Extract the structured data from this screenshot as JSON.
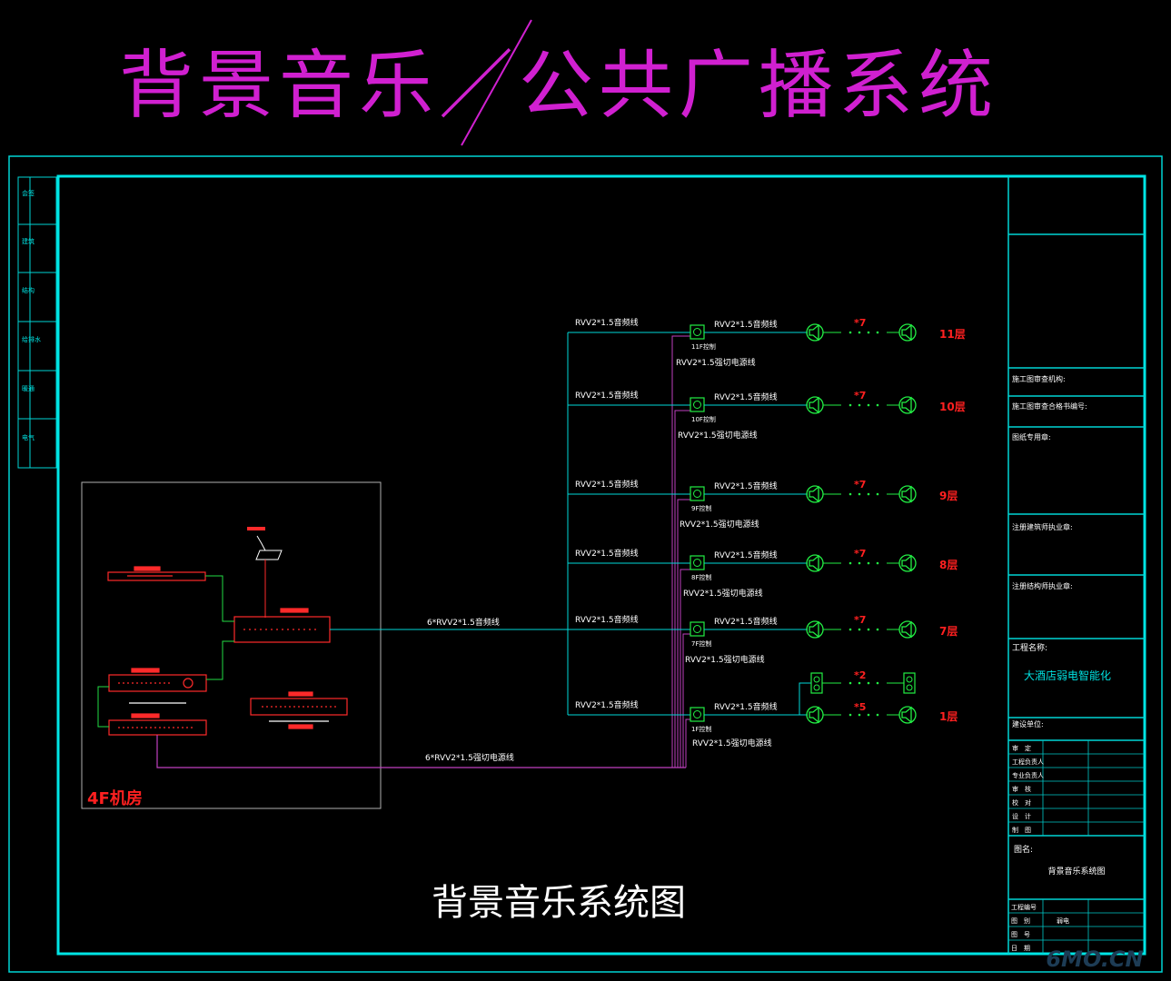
{
  "header": {
    "title": "背景音乐／公共广播系统"
  },
  "drawing": {
    "main_title": "背景音乐系统图",
    "room_label": "4F机房",
    "trunk_audio": "6*RVV2*1.5音频线",
    "trunk_power": "6*RVV2*1.5强切电源线",
    "floors": [
      {
        "floor": "11层",
        "box": "11F控制",
        "feeder": "RVV2*1.5音频线",
        "out": "RVV2*1.5音频线",
        "power": "RVV2*1.5强切电源线",
        "count": "*7"
      },
      {
        "floor": "10层",
        "box": "10F控制",
        "feeder": "RVV2*1.5音频线",
        "out": "RVV2*1.5音频线",
        "power": "RVV2*1.5强切电源线",
        "count": "*7"
      },
      {
        "floor": "9层",
        "box": "9F控制",
        "feeder": "RVV2*1.5音频线",
        "out": "RVV2*1.5音频线",
        "power": "RVV2*1.5强切电源线",
        "count": "*7"
      },
      {
        "floor": "8层",
        "box": "8F控制",
        "feeder": "RVV2*1.5音频线",
        "out": "RVV2*1.5音频线",
        "power": "RVV2*1.5强切电源线",
        "count": "*7"
      },
      {
        "floor": "7层",
        "box": "7F控制",
        "feeder": "RVV2*1.5音频线",
        "out": "RVV2*1.5音频线",
        "power": "RVV2*1.5强切电源线",
        "count": "*7"
      },
      {
        "floor": "1层",
        "box": "1F控制",
        "feeder": "RVV2*1.5音频线",
        "out": "RVV2*1.5音频线",
        "power": "RVV2*1.5强切电源线",
        "count": "*5",
        "count2": "*2"
      }
    ]
  },
  "titleblock": {
    "unit1": "施工图审查机构:",
    "unit2": "施工图审查合格书编号:",
    "seal": "图纸专用章:",
    "arch": "注册建筑师执业章:",
    "struct": "注册结构师执业章:",
    "project_label": "工程名称:",
    "project_name": "大酒店弱电智能化",
    "subitem": "建设单位:",
    "rows": [
      "审　定",
      "工程负责人",
      "专业负责人",
      "审　核",
      "校　对",
      "设　计",
      "制　图"
    ],
    "drawing_label": "图名:",
    "drawing_name": "背景音乐系统图",
    "bottom_rows": [
      "工程编号",
      "图　别",
      "图　号",
      "日　期"
    ],
    "discipline": "弱电"
  },
  "left_strip": [
    "会签",
    "建筑",
    "结构",
    "给排水",
    "暖通",
    "电气"
  ],
  "watermark": "6MO.CN",
  "colors": {
    "frame": "#00e5e5",
    "title": "#d020d0",
    "audio_line": "#00d8d8",
    "power_line": "#c040c0",
    "speaker": "#22ee44",
    "floor_label": "#ff2020",
    "equipment": "#ff2a2a",
    "text": "#ffffff"
  }
}
